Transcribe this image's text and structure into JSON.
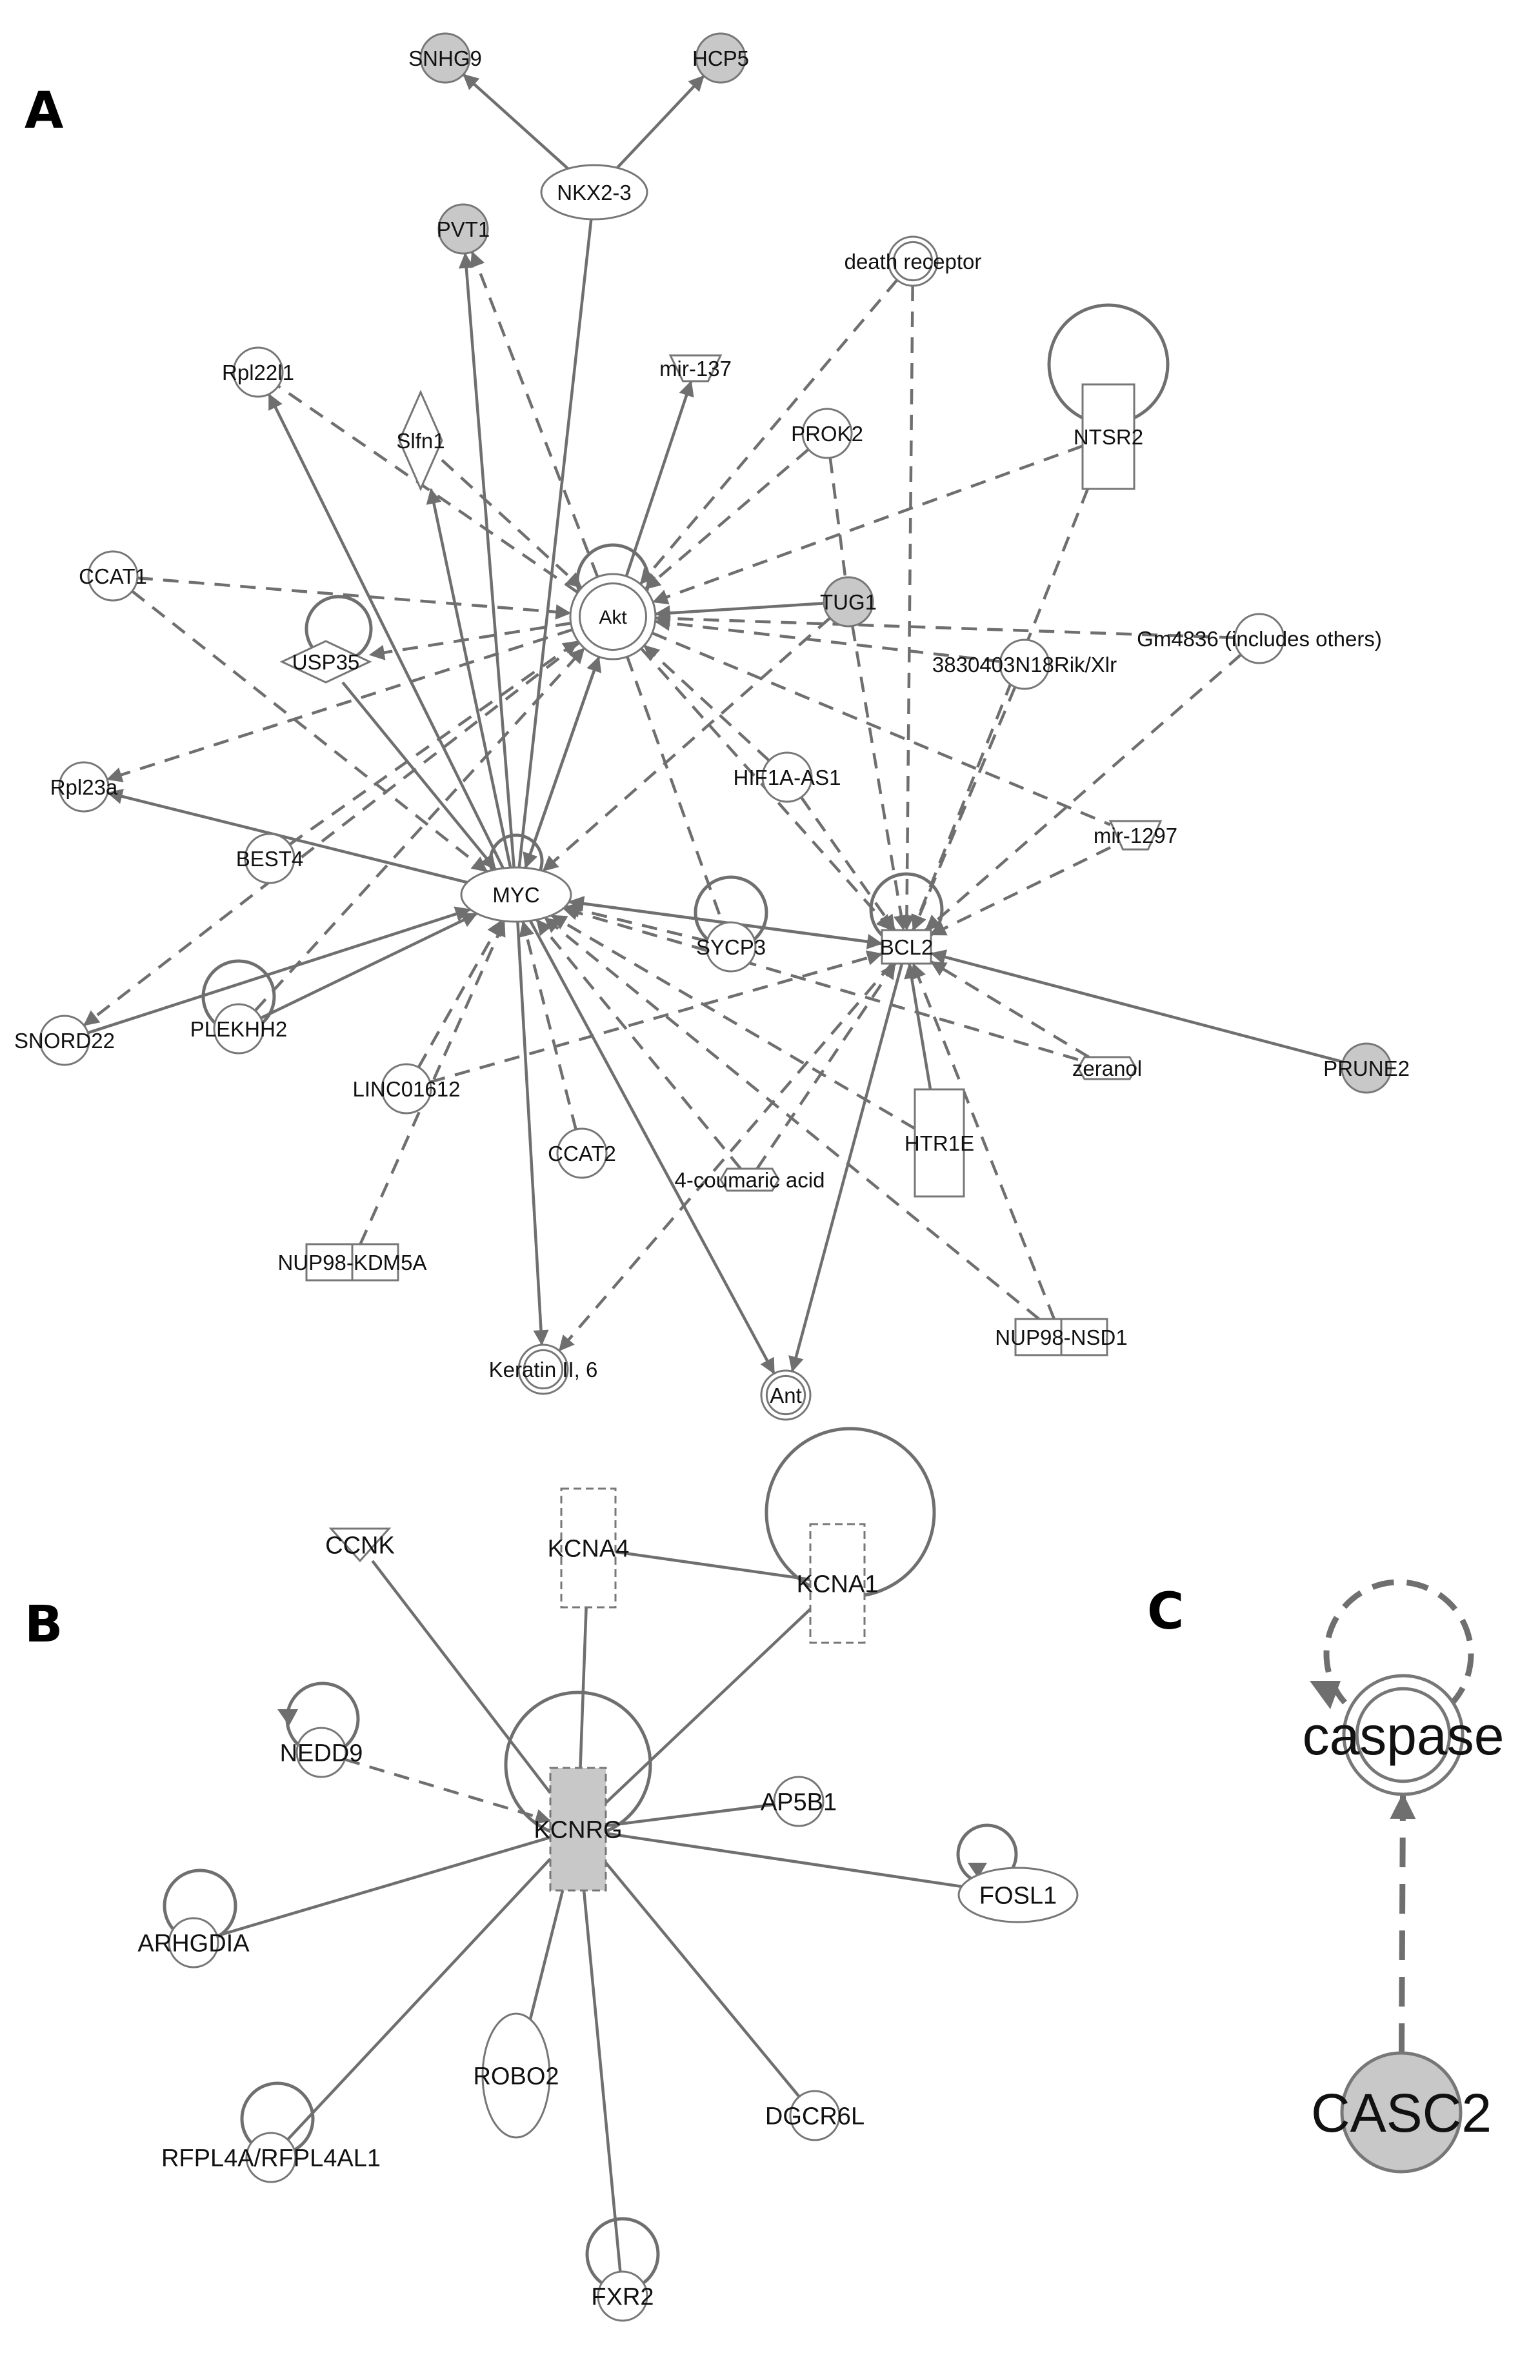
{
  "colors": {
    "edge": "#6f6f6f",
    "node_stroke": "#777777",
    "node_fill": "#ffffff",
    "highlight_fill": "#c8c8c8",
    "text": "#111111"
  },
  "panels": [
    {
      "id": "A",
      "label": "A"
    },
    {
      "id": "B",
      "label": "B"
    },
    {
      "id": "C",
      "label": "C"
    }
  ],
  "nodes": [
    {
      "id": "SNHG9",
      "label": "SNHG9",
      "panel": "A",
      "shape": "circle",
      "highlighted": true
    },
    {
      "id": "HCP5",
      "label": "HCP5",
      "panel": "A",
      "shape": "circle",
      "highlighted": true
    },
    {
      "id": "NKX23",
      "label": "NKX2-3",
      "panel": "A",
      "shape": "ellipse",
      "highlighted": false
    },
    {
      "id": "PVT1",
      "label": "PVT1",
      "panel": "A",
      "shape": "circle",
      "highlighted": true
    },
    {
      "id": "DEATHR",
      "label": "death receptor",
      "panel": "A",
      "shape": "double-circle",
      "highlighted": false
    },
    {
      "id": "RPL22L1",
      "label": "Rpl22l1",
      "panel": "A",
      "shape": "circle",
      "highlighted": false
    },
    {
      "id": "MIR137",
      "label": "mir-137",
      "panel": "A",
      "shape": "trapezoid",
      "highlighted": false
    },
    {
      "id": "SLFN1",
      "label": "Slfn1",
      "panel": "A",
      "shape": "diamond",
      "highlighted": false
    },
    {
      "id": "PROK2",
      "label": "PROK2",
      "panel": "A",
      "shape": "circle",
      "highlighted": false
    },
    {
      "id": "NTSR2",
      "label": "NTSR2",
      "panel": "A",
      "shape": "rectangle",
      "highlighted": false,
      "self_loop": true
    },
    {
      "id": "CCAT1",
      "label": "CCAT1",
      "panel": "A",
      "shape": "circle",
      "highlighted": false
    },
    {
      "id": "AKT",
      "label": "Akt",
      "panel": "A",
      "shape": "double-circle",
      "highlighted": false,
      "self_loop": true
    },
    {
      "id": "TUG1",
      "label": "TUG1",
      "panel": "A",
      "shape": "circle",
      "highlighted": true
    },
    {
      "id": "USP35",
      "label": "USP35",
      "panel": "A",
      "shape": "diamond",
      "highlighted": false,
      "self_loop": true
    },
    {
      "id": "GM4836",
      "label": "Gm4836 (includes others)",
      "panel": "A",
      "shape": "circle",
      "highlighted": false
    },
    {
      "id": "RIK",
      "label": "3830403N18Rik/Xlr",
      "panel": "A",
      "shape": "circle",
      "highlighted": false
    },
    {
      "id": "RPL23A",
      "label": "Rpl23a",
      "panel": "A",
      "shape": "circle",
      "highlighted": false
    },
    {
      "id": "HIF1AAS1",
      "label": "HIF1A-AS1",
      "panel": "A",
      "shape": "circle",
      "highlighted": false
    },
    {
      "id": "MIR1297",
      "label": "mir-1297",
      "panel": "A",
      "shape": "trapezoid",
      "highlighted": false
    },
    {
      "id": "BEST4",
      "label": "BEST4",
      "panel": "A",
      "shape": "circle",
      "highlighted": false
    },
    {
      "id": "MYC",
      "label": "MYC",
      "panel": "A",
      "shape": "ellipse",
      "highlighted": false,
      "self_loop": true
    },
    {
      "id": "SYCP3",
      "label": "SYCP3",
      "panel": "A",
      "shape": "circle",
      "highlighted": false,
      "self_loop": true
    },
    {
      "id": "BCL2",
      "label": "BCL2",
      "panel": "A",
      "shape": "rectangle",
      "highlighted": false,
      "self_loop": true
    },
    {
      "id": "SNORD22",
      "label": "SNORD22",
      "panel": "A",
      "shape": "circle",
      "highlighted": false
    },
    {
      "id": "PLEKHH2",
      "label": "PLEKHH2",
      "panel": "A",
      "shape": "circle",
      "highlighted": false,
      "self_loop": true
    },
    {
      "id": "ZERANOL",
      "label": "zeranol",
      "panel": "A",
      "shape": "small-hexagon",
      "highlighted": false
    },
    {
      "id": "PRUNE2",
      "label": "PRUNE2",
      "panel": "A",
      "shape": "circle",
      "highlighted": true
    },
    {
      "id": "LINC01612",
      "label": "LINC01612",
      "panel": "A",
      "shape": "circle",
      "highlighted": false
    },
    {
      "id": "HTR1E",
      "label": "HTR1E",
      "panel": "A",
      "shape": "rectangle",
      "highlighted": false
    },
    {
      "id": "CCAT2",
      "label": "CCAT2",
      "panel": "A",
      "shape": "circle",
      "highlighted": false
    },
    {
      "id": "COUMARIC",
      "label": "4-coumaric acid",
      "panel": "A",
      "shape": "small-hexagon",
      "highlighted": false
    },
    {
      "id": "NUP98KDM5A",
      "label": "NUP98-KDM5A",
      "panel": "A",
      "shape": "double-rectangle",
      "highlighted": false
    },
    {
      "id": "NUP98NSD1",
      "label": "NUP98-NSD1",
      "panel": "A",
      "shape": "double-rectangle",
      "highlighted": false
    },
    {
      "id": "KERATIN",
      "label": "Keratin II, 6",
      "panel": "A",
      "shape": "double-circle",
      "highlighted": false
    },
    {
      "id": "ANT",
      "label": "Ant",
      "panel": "A",
      "shape": "double-circle",
      "highlighted": false
    },
    {
      "id": "CCNK",
      "label": "CCNK",
      "panel": "B",
      "shape": "triangle",
      "highlighted": false
    },
    {
      "id": "KCNA4",
      "label": "KCNA4",
      "panel": "B",
      "shape": "dashed-rectangle",
      "highlighted": false
    },
    {
      "id": "KCNA1",
      "label": "KCNA1",
      "panel": "B",
      "shape": "dashed-rectangle",
      "highlighted": false,
      "self_loop": true
    },
    {
      "id": "NEDD9",
      "label": "NEDD9",
      "panel": "B",
      "shape": "circle",
      "highlighted": false,
      "self_loop": true
    },
    {
      "id": "KCNRG",
      "label": "KCNRG",
      "panel": "B",
      "shape": "dashed-rectangle",
      "highlighted": true,
      "self_loop": true
    },
    {
      "id": "AP5B1",
      "label": "AP5B1",
      "panel": "B",
      "shape": "circle",
      "highlighted": false
    },
    {
      "id": "FOSL1",
      "label": "FOSL1",
      "panel": "B",
      "shape": "ellipse",
      "highlighted": false,
      "self_loop": true
    },
    {
      "id": "ARHGDIA",
      "label": "ARHGDIA",
      "panel": "B",
      "shape": "circle",
      "highlighted": false,
      "self_loop": true
    },
    {
      "id": "ROBO2",
      "label": "ROBO2",
      "panel": "B",
      "shape": "tall-ellipse",
      "highlighted": false
    },
    {
      "id": "DGCR6L",
      "label": "DGCR6L",
      "panel": "B",
      "shape": "circle",
      "highlighted": false
    },
    {
      "id": "RFPL4A",
      "label": "RFPL4A/RFPL4AL1",
      "panel": "B",
      "shape": "circle",
      "highlighted": false,
      "self_loop": true
    },
    {
      "id": "FXR2",
      "label": "FXR2",
      "panel": "B",
      "shape": "circle",
      "highlighted": false,
      "self_loop": true
    },
    {
      "id": "CASPASE",
      "label": "caspase",
      "panel": "C",
      "shape": "double-circle",
      "highlighted": false,
      "self_loop": true
    },
    {
      "id": "CASC2",
      "label": "CASC2",
      "panel": "C",
      "shape": "circle",
      "highlighted": true
    }
  ],
  "edges": [
    {
      "from": "NKX23",
      "to": "SNHG9",
      "style": "solid",
      "arrow": true
    },
    {
      "from": "NKX23",
      "to": "HCP5",
      "style": "solid",
      "arrow": true
    },
    {
      "from": "NKX23",
      "to": "MYC",
      "style": "solid",
      "arrow": false
    },
    {
      "from": "AKT",
      "to": "PVT1",
      "style": "dashed",
      "arrow": true
    },
    {
      "from": "MYC",
      "to": "PVT1",
      "style": "solid",
      "arrow": true
    },
    {
      "from": "DEATHR",
      "to": "AKT",
      "style": "dashed",
      "arrow": true
    },
    {
      "from": "DEATHR",
      "to": "BCL2",
      "style": "dashed",
      "arrow": true
    },
    {
      "from": "AKT",
      "to": "RPL22L1",
      "style": "dashed",
      "arrow": false
    },
    {
      "from": "MYC",
      "to": "RPL22L1",
      "style": "solid",
      "arrow": true
    },
    {
      "from": "AKT",
      "to": "MIR137",
      "style": "solid",
      "arrow": true
    },
    {
      "from": "SLFN1",
      "to": "AKT",
      "style": "dashed",
      "arrow": true
    },
    {
      "from": "MYC",
      "to": "SLFN1",
      "style": "solid",
      "arrow": true
    },
    {
      "from": "PROK2",
      "to": "AKT",
      "style": "dashed",
      "arrow": true
    },
    {
      "from": "PROK2",
      "to": "TUG1",
      "style": "dashed",
      "arrow": false
    },
    {
      "from": "NTSR2",
      "to": "AKT",
      "style": "dashed",
      "arrow": true
    },
    {
      "from": "NTSR2",
      "to": "BCL2",
      "style": "dashed",
      "arrow": true
    },
    {
      "from": "CCAT1",
      "to": "AKT",
      "style": "dashed",
      "arrow": true
    },
    {
      "from": "CCAT1",
      "to": "MYC",
      "style": "dashed",
      "arrow": true
    },
    {
      "from": "TUG1",
      "to": "AKT",
      "style": "solid",
      "arrow": true
    },
    {
      "from": "TUG1",
      "to": "BCL2",
      "style": "dashed",
      "arrow": true
    },
    {
      "from": "TUG1",
      "to": "MYC",
      "style": "dashed",
      "arrow": true
    },
    {
      "from": "AKT",
      "to": "USP35",
      "style": "dashed",
      "arrow": true
    },
    {
      "from": "USP35",
      "to": "MYC",
      "style": "solid",
      "arrow": true
    },
    {
      "from": "GM4836",
      "to": "AKT",
      "style": "dashed",
      "arrow": true
    },
    {
      "from": "GM4836",
      "to": "BCL2",
      "style": "dashed",
      "arrow": true
    },
    {
      "from": "RIK",
      "to": "AKT",
      "style": "dashed",
      "arrow": true
    },
    {
      "from": "RIK",
      "to": "BCL2",
      "style": "dashed",
      "arrow": true
    },
    {
      "from": "AKT",
      "to": "RPL23A",
      "style": "dashed",
      "arrow": true
    },
    {
      "from": "MYC",
      "to": "RPL23A",
      "style": "solid",
      "arrow": true
    },
    {
      "from": "HIF1AAS1",
      "to": "AKT",
      "style": "dashed",
      "arrow": true
    },
    {
      "from": "HIF1AAS1",
      "to": "BCL2",
      "style": "dashed",
      "arrow": true
    },
    {
      "from": "AKT",
      "to": "MIR1297",
      "style": "dashed",
      "arrow": false
    },
    {
      "from": "MIR1297",
      "to": "BCL2",
      "style": "dashed",
      "arrow": true
    },
    {
      "from": "BEST4",
      "to": "AKT",
      "style": "dashed",
      "arrow": true
    },
    {
      "from": "AKT",
      "to": "MYC",
      "style": "solid",
      "arrow": true
    },
    {
      "from": "MYC",
      "to": "AKT",
      "style": "solid",
      "arrow": true
    },
    {
      "from": "MYC",
      "to": "BCL2",
      "style": "solid",
      "arrow": true
    },
    {
      "from": "BCL2",
      "to": "MYC",
      "style": "dashed",
      "arrow": true
    },
    {
      "from": "AKT",
      "to": "BCL2",
      "style": "dashed",
      "arrow": true
    },
    {
      "from": "SYCP3",
      "to": "MYC",
      "style": "dashed",
      "arrow": true
    },
    {
      "from": "AKT",
      "to": "SYCP3",
      "style": "dashed",
      "arrow": false
    },
    {
      "from": "AKT",
      "to": "SNORD22",
      "style": "dashed",
      "arrow": true
    },
    {
      "from": "SNORD22",
      "to": "MYC",
      "style": "solid",
      "arrow": true
    },
    {
      "from": "PLEKHH2",
      "to": "MYC",
      "style": "solid",
      "arrow": true
    },
    {
      "from": "PLEKHH2",
      "to": "AKT",
      "style": "dashed",
      "arrow": true
    },
    {
      "from": "ZERANOL",
      "to": "BCL2",
      "style": "dashed",
      "arrow": true
    },
    {
      "from": "ZERANOL",
      "to": "MYC",
      "style": "dashed",
      "arrow": true
    },
    {
      "from": "PRUNE2",
      "to": "BCL2",
      "style": "solid",
      "arrow": true
    },
    {
      "from": "LINC01612",
      "to": "MYC",
      "style": "dashed",
      "arrow": true
    },
    {
      "from": "LINC01612",
      "to": "BCL2",
      "style": "dashed",
      "arrow": true
    },
    {
      "from": "HTR1E",
      "to": "BCL2",
      "style": "solid",
      "arrow": true
    },
    {
      "from": "HTR1E",
      "to": "MYC",
      "style": "dashed",
      "arrow": true
    },
    {
      "from": "CCAT2",
      "to": "MYC",
      "style": "dashed",
      "arrow": true
    },
    {
      "from": "COUMARIC",
      "to": "MYC",
      "style": "dashed",
      "arrow": true
    },
    {
      "from": "COUMARIC",
      "to": "BCL2",
      "style": "dashed",
      "arrow": true
    },
    {
      "from": "NUP98KDM5A",
      "to": "MYC",
      "style": "dashed",
      "arrow": true
    },
    {
      "from": "NUP98NSD1",
      "to": "MYC",
      "style": "dashed",
      "arrow": true
    },
    {
      "from": "NUP98NSD1",
      "to": "BCL2",
      "style": "dashed",
      "arrow": true
    },
    {
      "from": "MYC",
      "to": "KERATIN",
      "style": "solid",
      "arrow": true
    },
    {
      "from": "BCL2",
      "to": "KERATIN",
      "style": "dashed",
      "arrow": true
    },
    {
      "from": "MYC",
      "to": "ANT",
      "style": "solid",
      "arrow": true
    },
    {
      "from": "BCL2",
      "to": "ANT",
      "style": "solid",
      "arrow": true
    },
    {
      "from": "CCNK",
      "to": "KCNRG",
      "style": "solid",
      "arrow": false
    },
    {
      "from": "KCNA4",
      "to": "KCNRG",
      "style": "solid",
      "arrow": false
    },
    {
      "from": "KCNA4",
      "to": "KCNA1",
      "style": "solid",
      "arrow": false
    },
    {
      "from": "KCNA1",
      "to": "KCNRG",
      "style": "solid",
      "arrow": false
    },
    {
      "from": "NEDD9",
      "to": "KCNRG",
      "style": "dashed",
      "arrow": true
    },
    {
      "from": "AP5B1",
      "to": "KCNRG",
      "style": "solid",
      "arrow": false
    },
    {
      "from": "FOSL1",
      "to": "KCNRG",
      "style": "solid",
      "arrow": false
    },
    {
      "from": "ARHGDIA",
      "to": "KCNRG",
      "style": "solid",
      "arrow": false
    },
    {
      "from": "ROBO2",
      "to": "KCNRG",
      "style": "solid",
      "arrow": false
    },
    {
      "from": "DGCR6L",
      "to": "KCNRG",
      "style": "solid",
      "arrow": false
    },
    {
      "from": "RFPL4A",
      "to": "KCNRG",
      "style": "solid",
      "arrow": false
    },
    {
      "from": "FXR2",
      "to": "KCNRG",
      "style": "solid",
      "arrow": false
    },
    {
      "from": "CASC2",
      "to": "CASPASE",
      "style": "dashed",
      "arrow": true
    }
  ]
}
